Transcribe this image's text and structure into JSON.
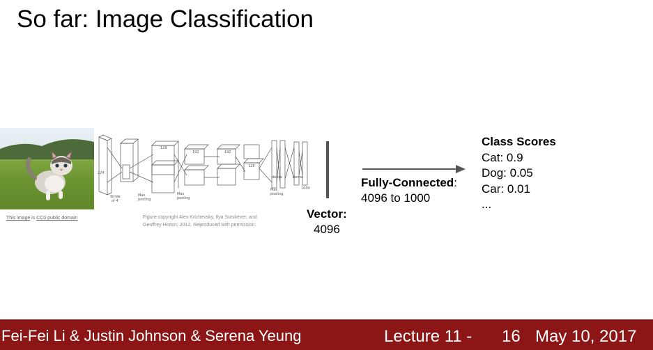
{
  "slide": {
    "title": "So far: Image Classification"
  },
  "image_caption": {
    "link1": "This image",
    "mid": " is ",
    "link2": "CC0 public domain"
  },
  "figure_credit": "Figure copyright Alex Krizhevsky, Ilya Sutskever, and Geoffrey Hinton, 2012. Reproduced with permission.",
  "vector": {
    "label": "Vector:",
    "value": "4096"
  },
  "fully_connected": {
    "label": "Fully-Connected",
    "colon": ":",
    "value": "4096 to 1000"
  },
  "class_scores": {
    "header": "Class Scores",
    "items": [
      "Cat: 0.9",
      "Dog: 0.05",
      "Car: 0.01",
      "..."
    ]
  },
  "footer": {
    "authors": "Fei-Fei Li & Justin Johnson & Serena Yeung",
    "lecture": "Lecture 11 -",
    "page": "16",
    "date": "May 10, 2017",
    "bg_color": "#8c1515"
  }
}
